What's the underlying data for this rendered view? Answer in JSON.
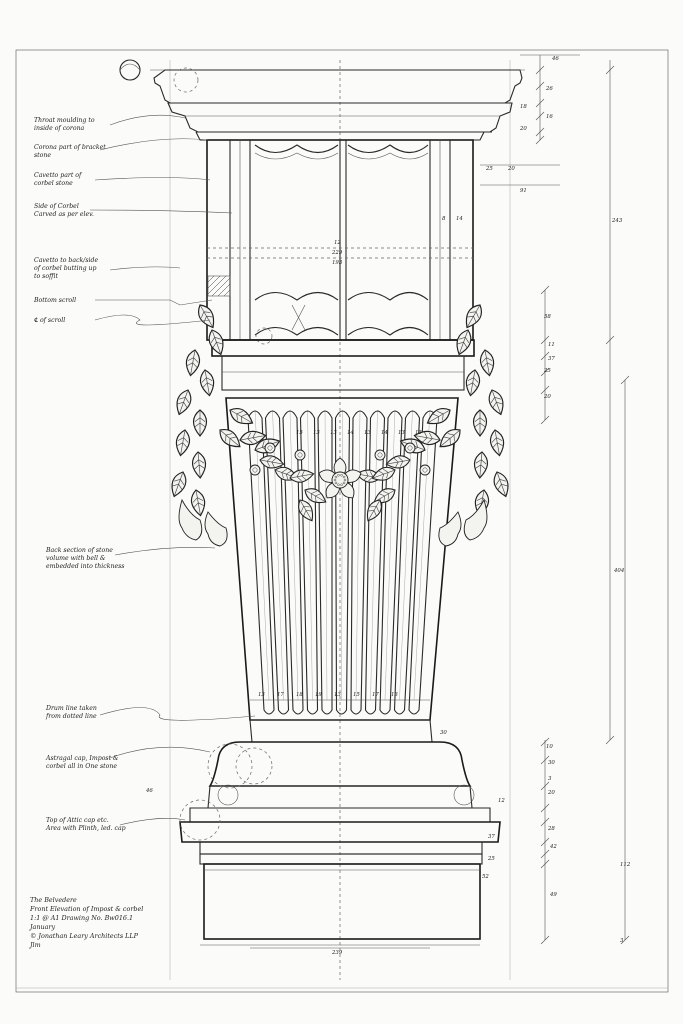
{
  "notes": {
    "throat": [
      "Throat moulding to",
      "inside of corona"
    ],
    "corona": [
      "Corona part of bracket",
      "stone"
    ],
    "cavetto": [
      "Cavetto part of",
      "corbel stone"
    ],
    "side": [
      "Side of Corbel",
      "Carved as per elev."
    ],
    "cavetto_back": [
      "Cavetto to back/side",
      "of corbel butting up",
      "to soffit"
    ],
    "bottom_scroll": "Bottom scroll",
    "scroll_center": "℄ of scroll",
    "back_section": [
      "Back section of stone",
      "volume with bell &",
      "embedded into thickness"
    ],
    "drum": [
      "Drum line taken",
      "from dotted line"
    ],
    "astragal": [
      "Astragal cap, Impost &",
      "corbel all in One stone"
    ],
    "top_attic": [
      "Top of Attic cap etc.",
      "Area with Plinth, led. cap"
    ]
  },
  "title_block": [
    "The Belvedere",
    "Front Elevation of Impost & corbel",
    "1:1 @ A1  Drawing No. Bw016.1",
    "January",
    "© Jonathan Leary Architects LLP",
    "Jlm"
  ],
  "dims": {
    "top_overhang": "46",
    "cornice_h": "26",
    "d18": "18",
    "d16": "16",
    "d20": "20",
    "d25": "25",
    "d20b": "20",
    "d91": "91",
    "total_upper": "243",
    "d8": "8",
    "d14": "14",
    "d12": "12",
    "w229": "229",
    "w193": "193",
    "d58": "58",
    "d25b": "25",
    "d20c": "20",
    "d11": "11",
    "d37": "37",
    "body_h": "404",
    "d10": "10",
    "d30": "30",
    "d20d": "20",
    "d3": "3",
    "d28": "28",
    "d42": "42",
    "base_h": "112",
    "d49": "49",
    "d3b": "3",
    "w239": "239",
    "d46": "46",
    "d37b": "37",
    "d30b": "30",
    "d25c": "25",
    "flutes_top": [
      "15",
      "13",
      "13",
      "14",
      "13",
      "14",
      "13",
      "15"
    ],
    "flutes_bot": [
      "13",
      "17",
      "18",
      "19",
      "13",
      "15",
      "17",
      "13"
    ],
    "d52": "52",
    "d12b": "12"
  },
  "icons": [
    "rose-icon",
    "garland-icon",
    "bellflower-icon",
    "scroll-icon"
  ]
}
